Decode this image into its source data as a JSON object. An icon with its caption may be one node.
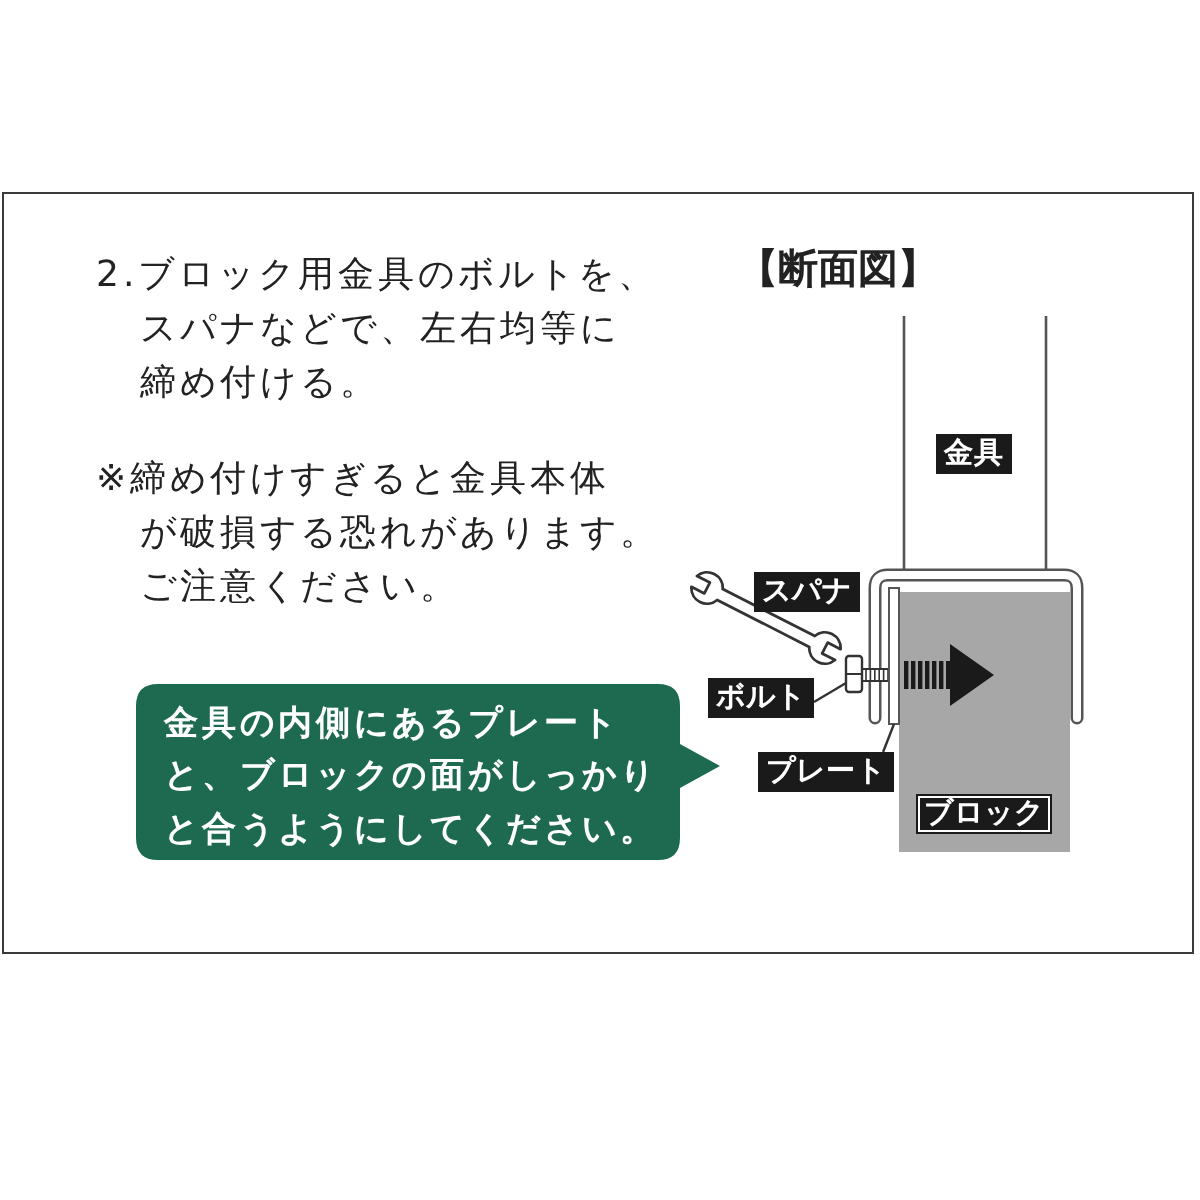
{
  "diagram": {
    "title": "【断面図】",
    "nodes": [
      {
        "text": [
          "金具"
        ]
      },
      {
        "text": [
          "スパナ"
        ]
      },
      {
        "text": [
          "ボルト"
        ]
      },
      {
        "text": [],
        "shape": "picture"
      },
      {
        "text": [
          "プレート"
        ]
      },
      {
        "text": [],
        "shape": "bar"
      },
      {
        "text": [
          "ブロック"
        ]
      },
      {
        "text": [
          "金具の内側にあるプレートと、ブロックの面がしっかりと合うようにしてください。"
        ]
      }
    ],
    "edges": [
      {
        "from": 2,
        "to": 3,
        "arrow": "none"
      },
      {
        "from": 4,
        "to": 5,
        "arrow": "none"
      }
    ],
    "labels": [
      "2.ブロック用金具のボルトを、スパナなどで、左右均等に締め付ける。",
      "※締め付けすぎると金具本体が破損する恐れがあります。ご注意ください。"
    ]
  }
}
